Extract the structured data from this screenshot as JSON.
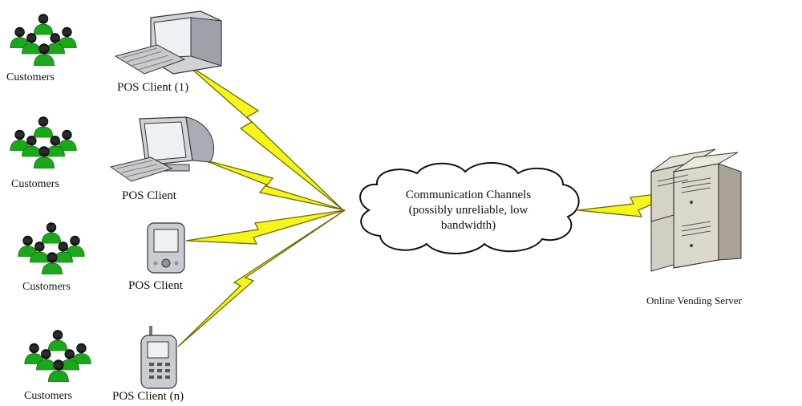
{
  "groups": [
    {
      "customers_label": "Customers",
      "client_label": "POS Client (1)",
      "device": "desktop-monitor"
    },
    {
      "customers_label": "Customers",
      "client_label": "POS Client",
      "device": "crt-monitor"
    },
    {
      "customers_label": "Customers",
      "client_label": "POS Client",
      "device": "pda"
    },
    {
      "customers_label": "Customers",
      "client_label": "POS Client (n)",
      "device": "cell-phone"
    }
  ],
  "cloud": {
    "lines": [
      "Communication Channels",
      "(possibly unreliable, low",
      "bandwidth)"
    ]
  },
  "server": {
    "label": "Online Vending Server",
    "icon": "server-rack"
  },
  "colors": {
    "people_green": "#1aa81a",
    "people_head": "#111111",
    "lightning_fill": "#f5f51a",
    "lightning_stroke": "#6b6b00",
    "cloud_stroke": "#111111"
  }
}
